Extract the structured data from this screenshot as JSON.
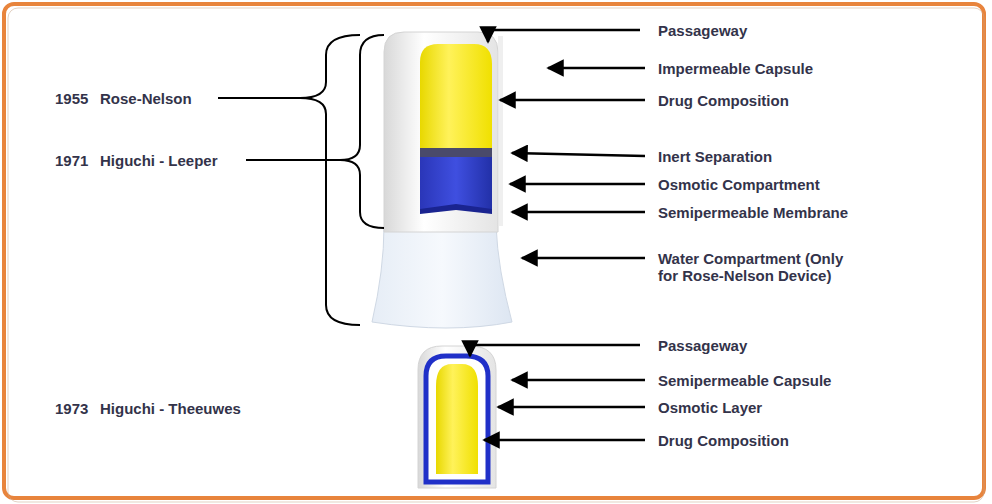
{
  "diagram": {
    "labels": [
      "1955",
      "Rose-Nelson",
      "1971",
      "Higuchi - Leeper",
      "1973",
      "Higuchi - Theeuwes",
      "Passageway",
      "Impermeable Capsule",
      "Drug Composition",
      "Inert Separation",
      "Osmotic Compartment",
      "Semipermeable Membrane",
      "Water Compartment (Only for Rose-Nelson Device)",
      "Passageway",
      "Semipermeable Capsule",
      "Osmotic Layer",
      "Drug Composition"
    ]
  }
}
